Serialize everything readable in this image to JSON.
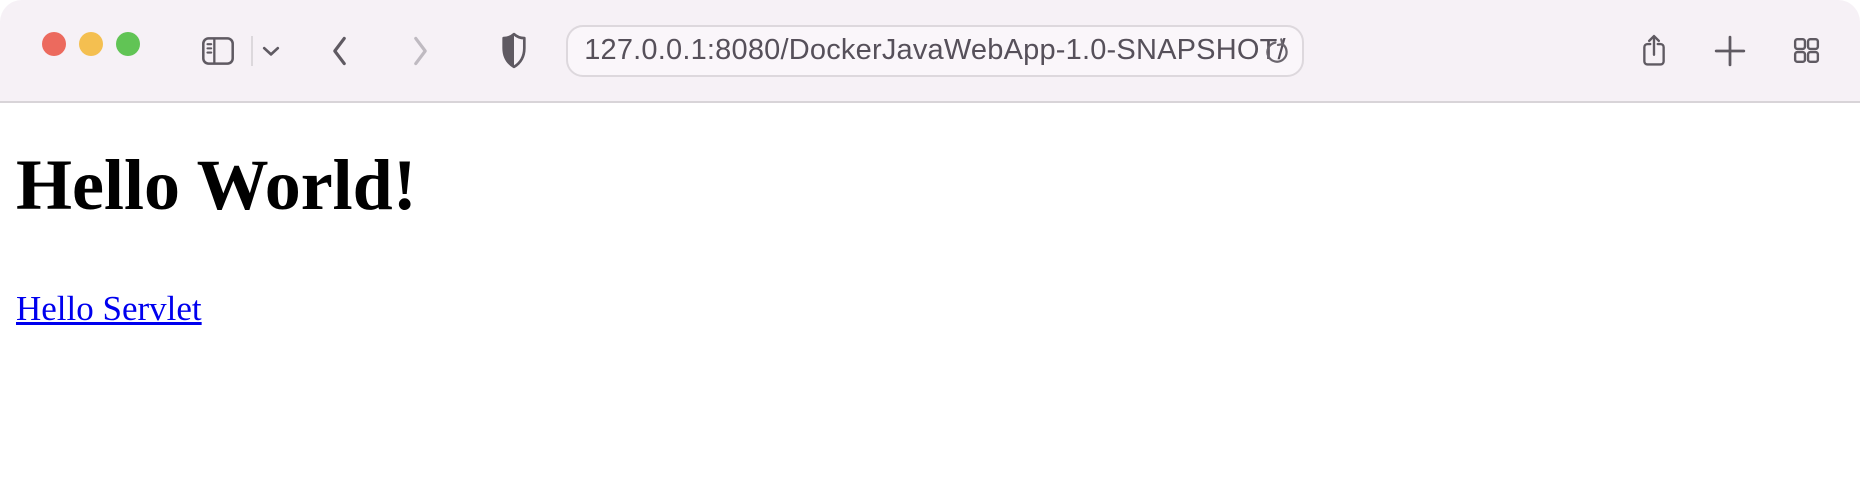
{
  "browser": {
    "url": "127.0.0.1:8080/DockerJavaWebApp-1.0-SNAPSHOT/",
    "traffic_light_colors": {
      "close": "#ec6a5e",
      "minimize": "#f4bf50",
      "zoom": "#61c455"
    },
    "toolbar_bg": "#f6f1f6",
    "icon_color": "#5f5a62",
    "disabled_icon_color": "#bfbac1",
    "icons": {
      "sidebar": "sidebar-panel-toggle",
      "chevron_down": "chevron-down",
      "back": "chevron-left",
      "forward": "chevron-right",
      "shield": "privacy-shield-half-filled",
      "reload": "circular-arrow-clockwise",
      "share": "square-with-up-arrow",
      "new_tab_glyph": "+",
      "tab_overview": "grid-2x2"
    }
  },
  "page": {
    "heading": "Hello World!",
    "link_label": "Hello Servlet",
    "link_color": "#0000EE",
    "background": "#ffffff"
  }
}
